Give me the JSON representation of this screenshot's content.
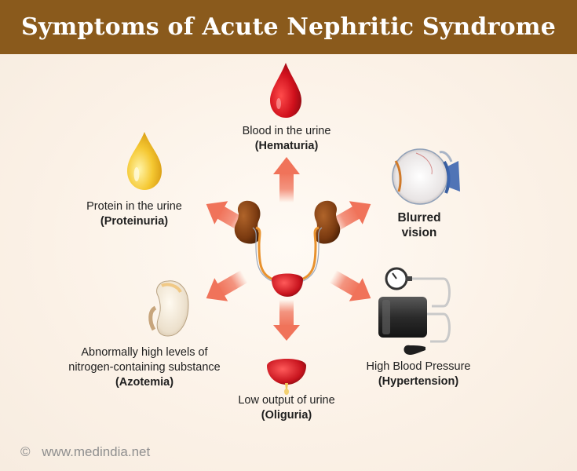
{
  "header": {
    "title": "Symptoms of Acute Nephritic Syndrome"
  },
  "symptoms": {
    "hematuria": {
      "text": "Blood in the urine",
      "term": "(Hematuria)"
    },
    "proteinuria": {
      "text": "Protein in the urine",
      "term": "(Proteinuria)"
    },
    "blurred_vision": {
      "line1": "Blurred",
      "line2": "vision"
    },
    "azotemia": {
      "line1": "Abnormally high levels of",
      "line2": "nitrogen-containing substance",
      "term": "(Azotemia)"
    },
    "oliguria": {
      "text": "Low output of urine",
      "term": "(Oliguria)"
    },
    "hypertension": {
      "text": "High Blood Pressure",
      "term": "(Hypertension)"
    }
  },
  "footer": {
    "copyright_symbol": "©",
    "site": "www.medindia.net"
  },
  "colors": {
    "header_bg": "#8a5a1c",
    "arrow": "#f0735a",
    "blood": "#c8141e",
    "protein": "#f2c230",
    "kidney": "#7a3e12"
  },
  "icons": [
    "blood-drop-icon",
    "protein-drop-icon",
    "eye-icon",
    "kidney-icon",
    "bladder-icon",
    "blood-pressure-cuff-icon",
    "urine-drop-icon"
  ]
}
